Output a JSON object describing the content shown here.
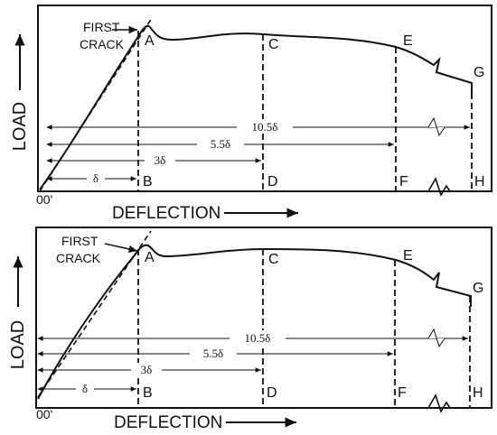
{
  "panels": [
    {
      "id": "top",
      "first_crack_label": [
        "FIRST",
        "CRACK"
      ],
      "points": {
        "A": "A",
        "B": "B",
        "C": "C",
        "D": "D",
        "E": "E",
        "F": "F",
        "G": "G",
        "H": "H"
      },
      "origin": "00'",
      "spans": [
        "δ",
        "3δ",
        "5.5δ",
        "10.5δ"
      ],
      "y_label": "LOAD",
      "x_label": "DEFLECTION"
    },
    {
      "id": "bottom",
      "first_crack_label": [
        "FIRST",
        "CRACK"
      ],
      "points": {
        "A": "A",
        "B": "B",
        "C": "C",
        "D": "D",
        "E": "E",
        "F": "F",
        "G": "G",
        "H": "H"
      },
      "origin": "00'",
      "spans": [
        "δ",
        "3δ",
        "5.5δ",
        "10.5δ"
      ],
      "y_label": "LOAD",
      "x_label": "DEFLECTION"
    }
  ],
  "colors": {
    "ink": "#111111",
    "background": "#ffffff"
  }
}
